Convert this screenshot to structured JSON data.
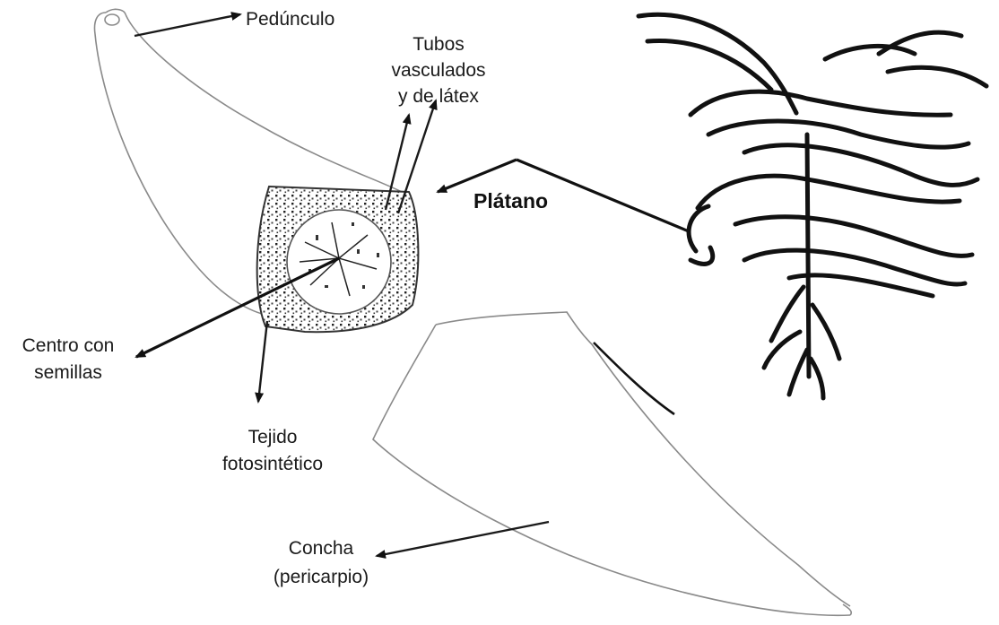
{
  "labels": {
    "peduncle": "Pedúnculo",
    "tubes_line1": "Tubos",
    "tubes_line2": "vasculados",
    "tubes_line3": "y de látex",
    "plantain": "Plátano",
    "center_line1": "Centro con",
    "center_line2": "semillas",
    "tissue_line1": "Tejido",
    "tissue_line2": "fotosintético",
    "shell_line1": "Concha",
    "shell_line2": "(pericarpio)"
  },
  "colors": {
    "background": "#ffffff",
    "ink": "#111111",
    "outline": "#8a8a8a"
  }
}
